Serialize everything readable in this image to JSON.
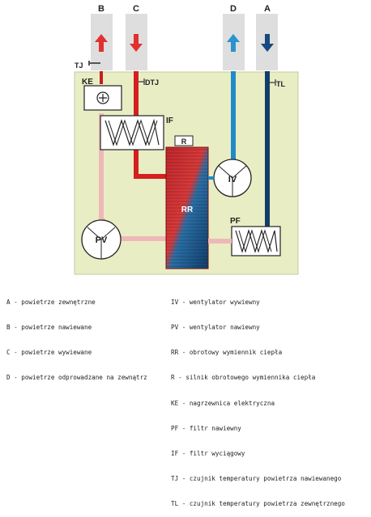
{
  "ports": {
    "A": "A",
    "B": "B",
    "C": "C",
    "D": "D"
  },
  "components": {
    "KE": "KE",
    "IF": "IF",
    "R": "R",
    "RR": "RR",
    "IV": "IV",
    "PV": "PV",
    "PF": "PF"
  },
  "sensors": {
    "TJ": "TJ",
    "DTJ": "DTJ",
    "TL": "TL"
  },
  "heater_symbol": "⊕",
  "legend_left": [
    "A - powietrze zewnętrzne",
    "B - powietrze nawiewane",
    "C - powietrze wywiewane",
    "D - powietrze odprowadzane na zewnątrz"
  ],
  "legend_right": [
    "IV - wentylator wywiewny",
    "PV - wentylator nawiewny",
    "RR - obrotowy wymiennik ciepła",
    "R - silnik obrotowego wymiennika ciepła",
    "KE - nagrzewnica elektryczna",
    "PF - filtr nawiewny",
    "IF - filtr wyciągowy",
    "TJ - czujnik temperatury powietrza nawiewanego",
    "TL - czujnik temperatury powietrza zewnętrznego"
  ],
  "colors": {
    "housing": "#e9edc4",
    "duct_supply": "#efb8b8",
    "duct_extract": "#d42020",
    "duct_exhaust": "#1f8bc8",
    "duct_outdoor": "#123e69",
    "arrow_shaft": "#dedede"
  }
}
